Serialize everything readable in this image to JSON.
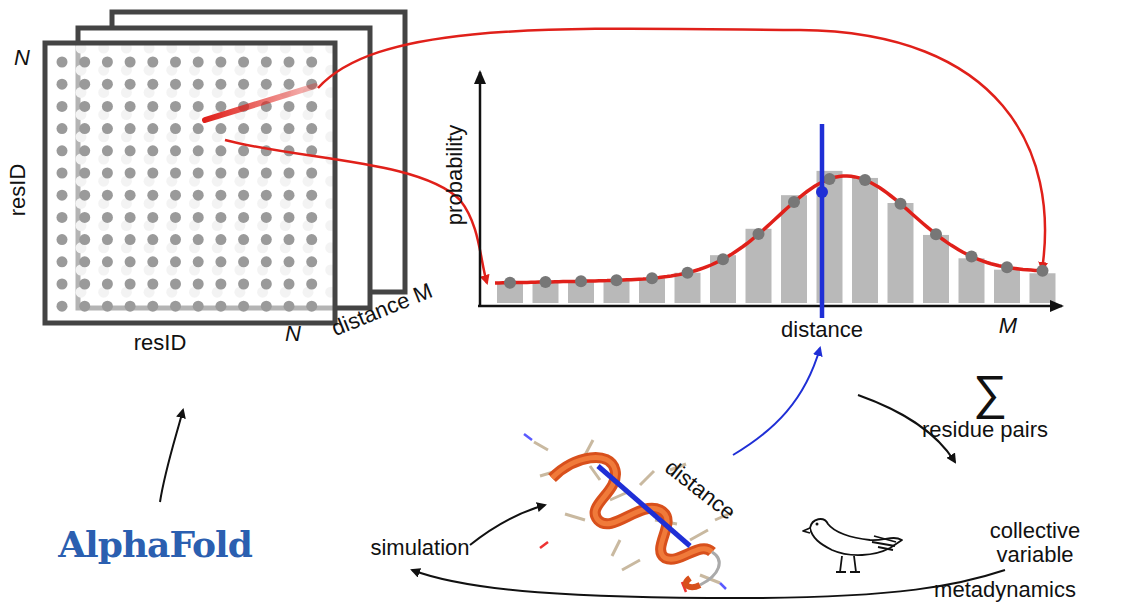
{
  "diagram": {
    "labels": [
      "N",
      "resID",
      "resID",
      "N",
      "distance M",
      "probability",
      "distance",
      "M",
      "distance",
      "simulation",
      "∑",
      "residue pairs",
      "collective variable",
      "metadynamics",
      "AlphaFold"
    ]
  }
}
